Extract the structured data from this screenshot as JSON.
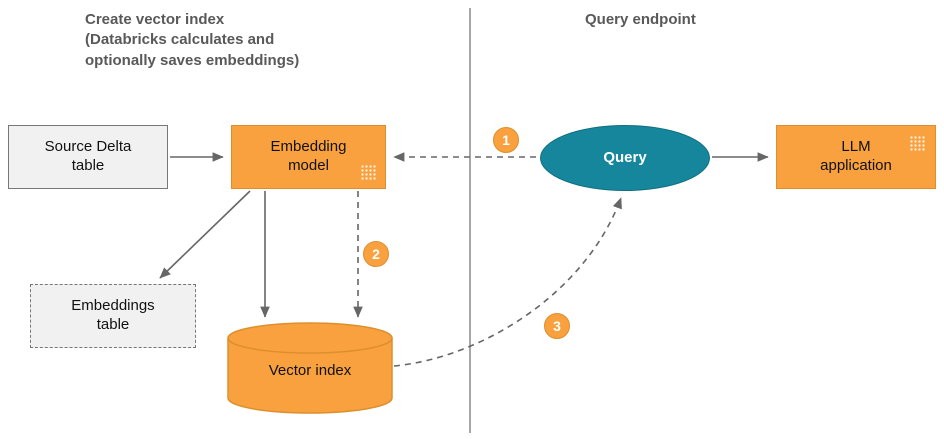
{
  "titles": {
    "left": "Create vector index\n(Databricks calculates and\noptionally saves embeddings)",
    "right": "Query endpoint"
  },
  "nodes": {
    "source_delta": {
      "label": "Source Delta\ntable"
    },
    "embedding_model": {
      "label": "Embedding\nmodel",
      "icon": "model-sparkle-icon"
    },
    "embeddings_table": {
      "label": "Embeddings\ntable"
    },
    "vector_index": {
      "label": "Vector index"
    },
    "query": {
      "label": "Query"
    },
    "llm_application": {
      "label": "LLM\napplication",
      "icon": "model-sparkle-icon"
    }
  },
  "badges": {
    "step1": "1",
    "step2": "2",
    "step3": "3"
  },
  "colors": {
    "orange_fill": "#F9A13E",
    "orange_border": "#DE8F2D",
    "teal_fill": "#15869B",
    "teal_border": "#0F6E80",
    "gray_fill": "#F1F1F1",
    "gray_border": "#777777",
    "arrow": "#666666",
    "title_text": "#595959"
  }
}
